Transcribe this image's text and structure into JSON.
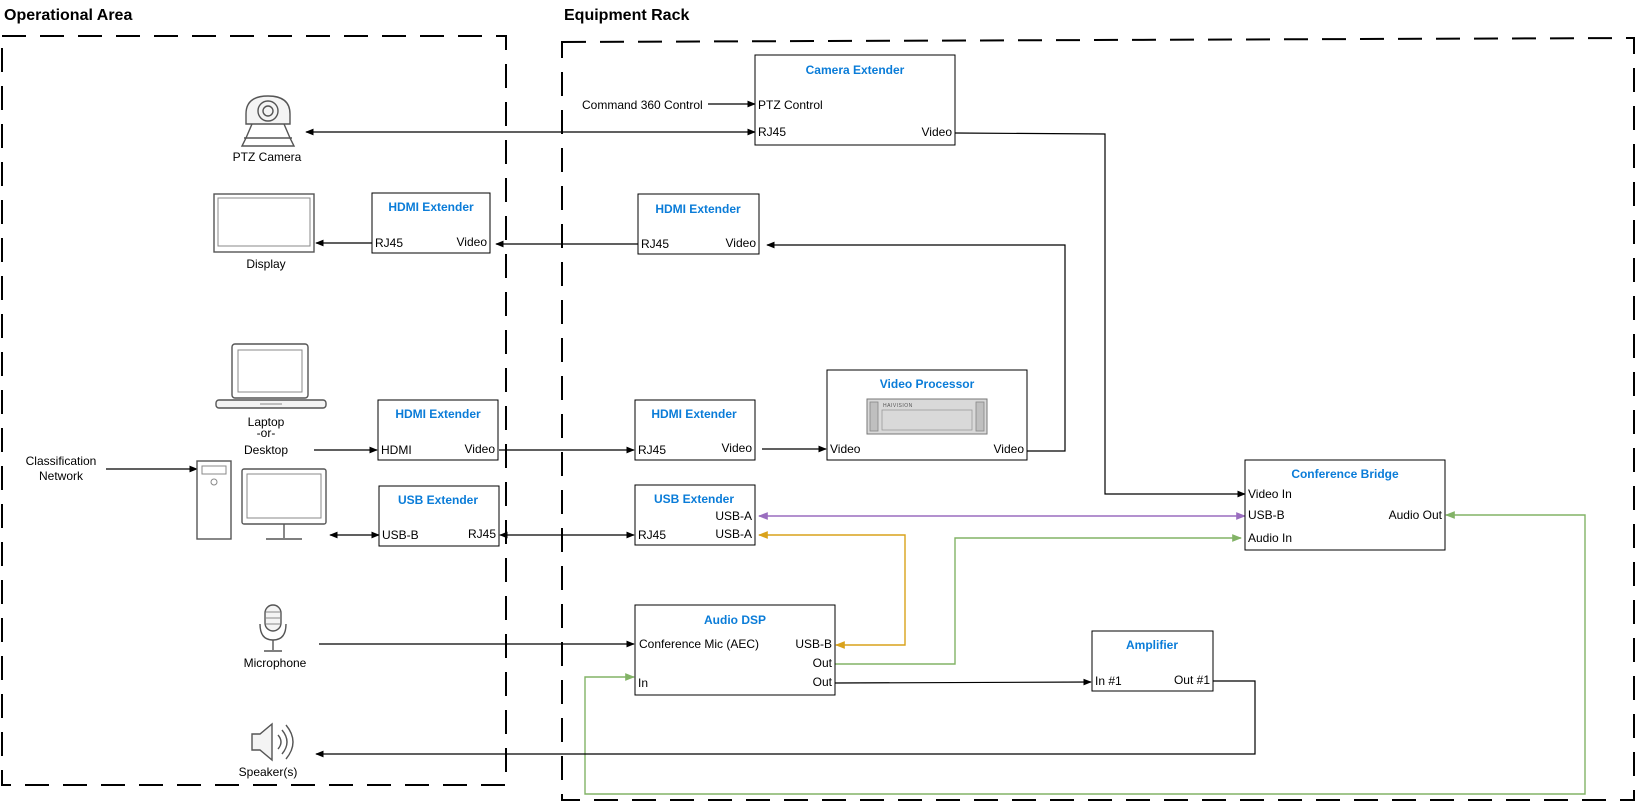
{
  "areas": {
    "operational": "Operational Area",
    "rack": "Equipment Rack"
  },
  "devices": {
    "ptz_camera": "PTZ Camera",
    "display": "Display",
    "laptop_line1": "Laptop",
    "laptop_line2": "-or-",
    "laptop_line3": "Desktop",
    "classification_line1": "Classification",
    "classification_line2": "Network",
    "microphone": "Microphone",
    "speakers": "Speaker(s)",
    "command_control": "Command 360 Control"
  },
  "boxes": {
    "camera_extender": {
      "title": "Camera Extender",
      "ptz": "PTZ Control",
      "rj45": "RJ45",
      "video": "Video"
    },
    "hdmi_ext_display": {
      "title": "HDMI Extender",
      "rj45": "RJ45",
      "video": "Video"
    },
    "hdmi_ext_rack_top": {
      "title": "HDMI Extender",
      "rj45": "RJ45",
      "video": "Video"
    },
    "hdmi_ext_laptop": {
      "title": "HDMI Extender",
      "hdmi": "HDMI",
      "video": "Video"
    },
    "hdmi_ext_rack_mid": {
      "title": "HDMI Extender",
      "rj45": "RJ45",
      "video": "Video"
    },
    "video_processor": {
      "title": "Video Processor",
      "video_in": "Video",
      "video_out": "Video",
      "brand": "HAIVISION"
    },
    "usb_ext_op": {
      "title": "USB Extender",
      "usbb": "USB-B",
      "rj45": "RJ45"
    },
    "usb_ext_rack": {
      "title": "USB Extender",
      "usba1": "USB-A",
      "usba2": "USB-A",
      "rj45": "RJ45"
    },
    "conference_bridge": {
      "title": "Conference Bridge",
      "video_in": "Video In",
      "usbb": "USB-B",
      "audio_in": "Audio In",
      "audio_out": "Audio Out"
    },
    "audio_dsp": {
      "title": "Audio DSP",
      "mic": "Conference Mic (AEC)",
      "usbb": "USB-B",
      "out1": "Out",
      "in": "In",
      "out2": "Out"
    },
    "amplifier": {
      "title": "Amplifier",
      "in1": "In #1",
      "out1": "Out #1"
    }
  },
  "colors": {
    "title_blue": "#0a7cd8",
    "usb_purple": "#9a6dbf",
    "usb_orange": "#d9a21b",
    "audio_green": "#82b366",
    "wire_black": "#000000"
  }
}
